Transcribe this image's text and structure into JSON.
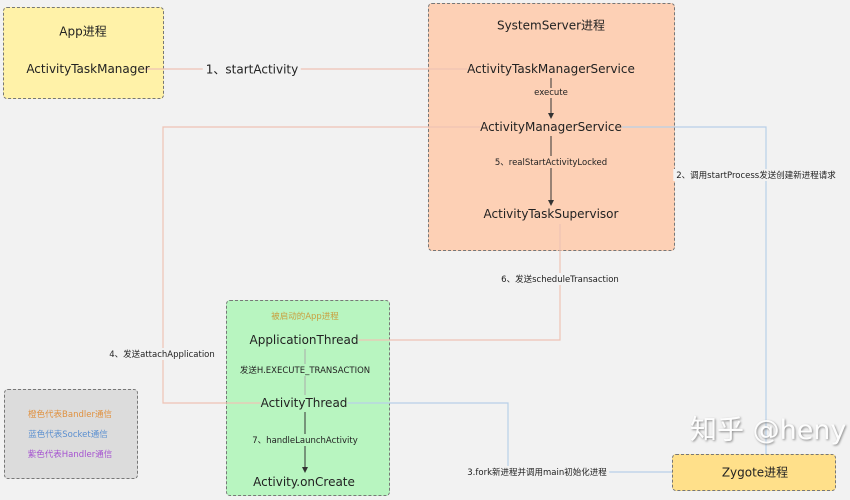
{
  "app_process": {
    "title": "App进程",
    "node": "ActivityTaskManager",
    "color": "#fff2a8"
  },
  "system_server": {
    "title": "SystemServer进程",
    "nodes": [
      "ActivityTaskManagerService",
      "ActivityManagerService",
      "ActivityTaskSupervisor"
    ],
    "color": "#fdd0b5"
  },
  "launched_app": {
    "title": "被启动的App进程",
    "nodes": [
      "ApplicationThread",
      "ActivityThread",
      "Activity.onCreate"
    ],
    "color": "#b8f5c0"
  },
  "zygote": {
    "title": "Zygote进程",
    "color": "#ffe08a"
  },
  "edges": {
    "e1": "1、startActivity",
    "execute": "execute",
    "e2": "2、调用startProcess发送创建新进程请求",
    "e3": "3.fork新进程并调用main初始化进程",
    "e4": "4、发送attachApplication",
    "e5": "5、realStartActivityLocked",
    "e6": "6、发送scheduleTransaction",
    "h": "发送H.EXECUTE_TRANSACTION",
    "e7": "7、handleLaunchActivity"
  },
  "legend": [
    {
      "text": "橙色代表Bandler通信",
      "color": "#e0913f"
    },
    {
      "text": "蓝色代表Socket通信",
      "color": "#5a8fd0"
    },
    {
      "text": "紫色代表Handler通信",
      "color": "#a552d0"
    }
  ],
  "watermark": "知乎 @heny",
  "colors": {
    "binder": "#eec3b5",
    "socket": "#b8d0e8",
    "arrow": "#333333",
    "background": "#f2f2f2"
  }
}
